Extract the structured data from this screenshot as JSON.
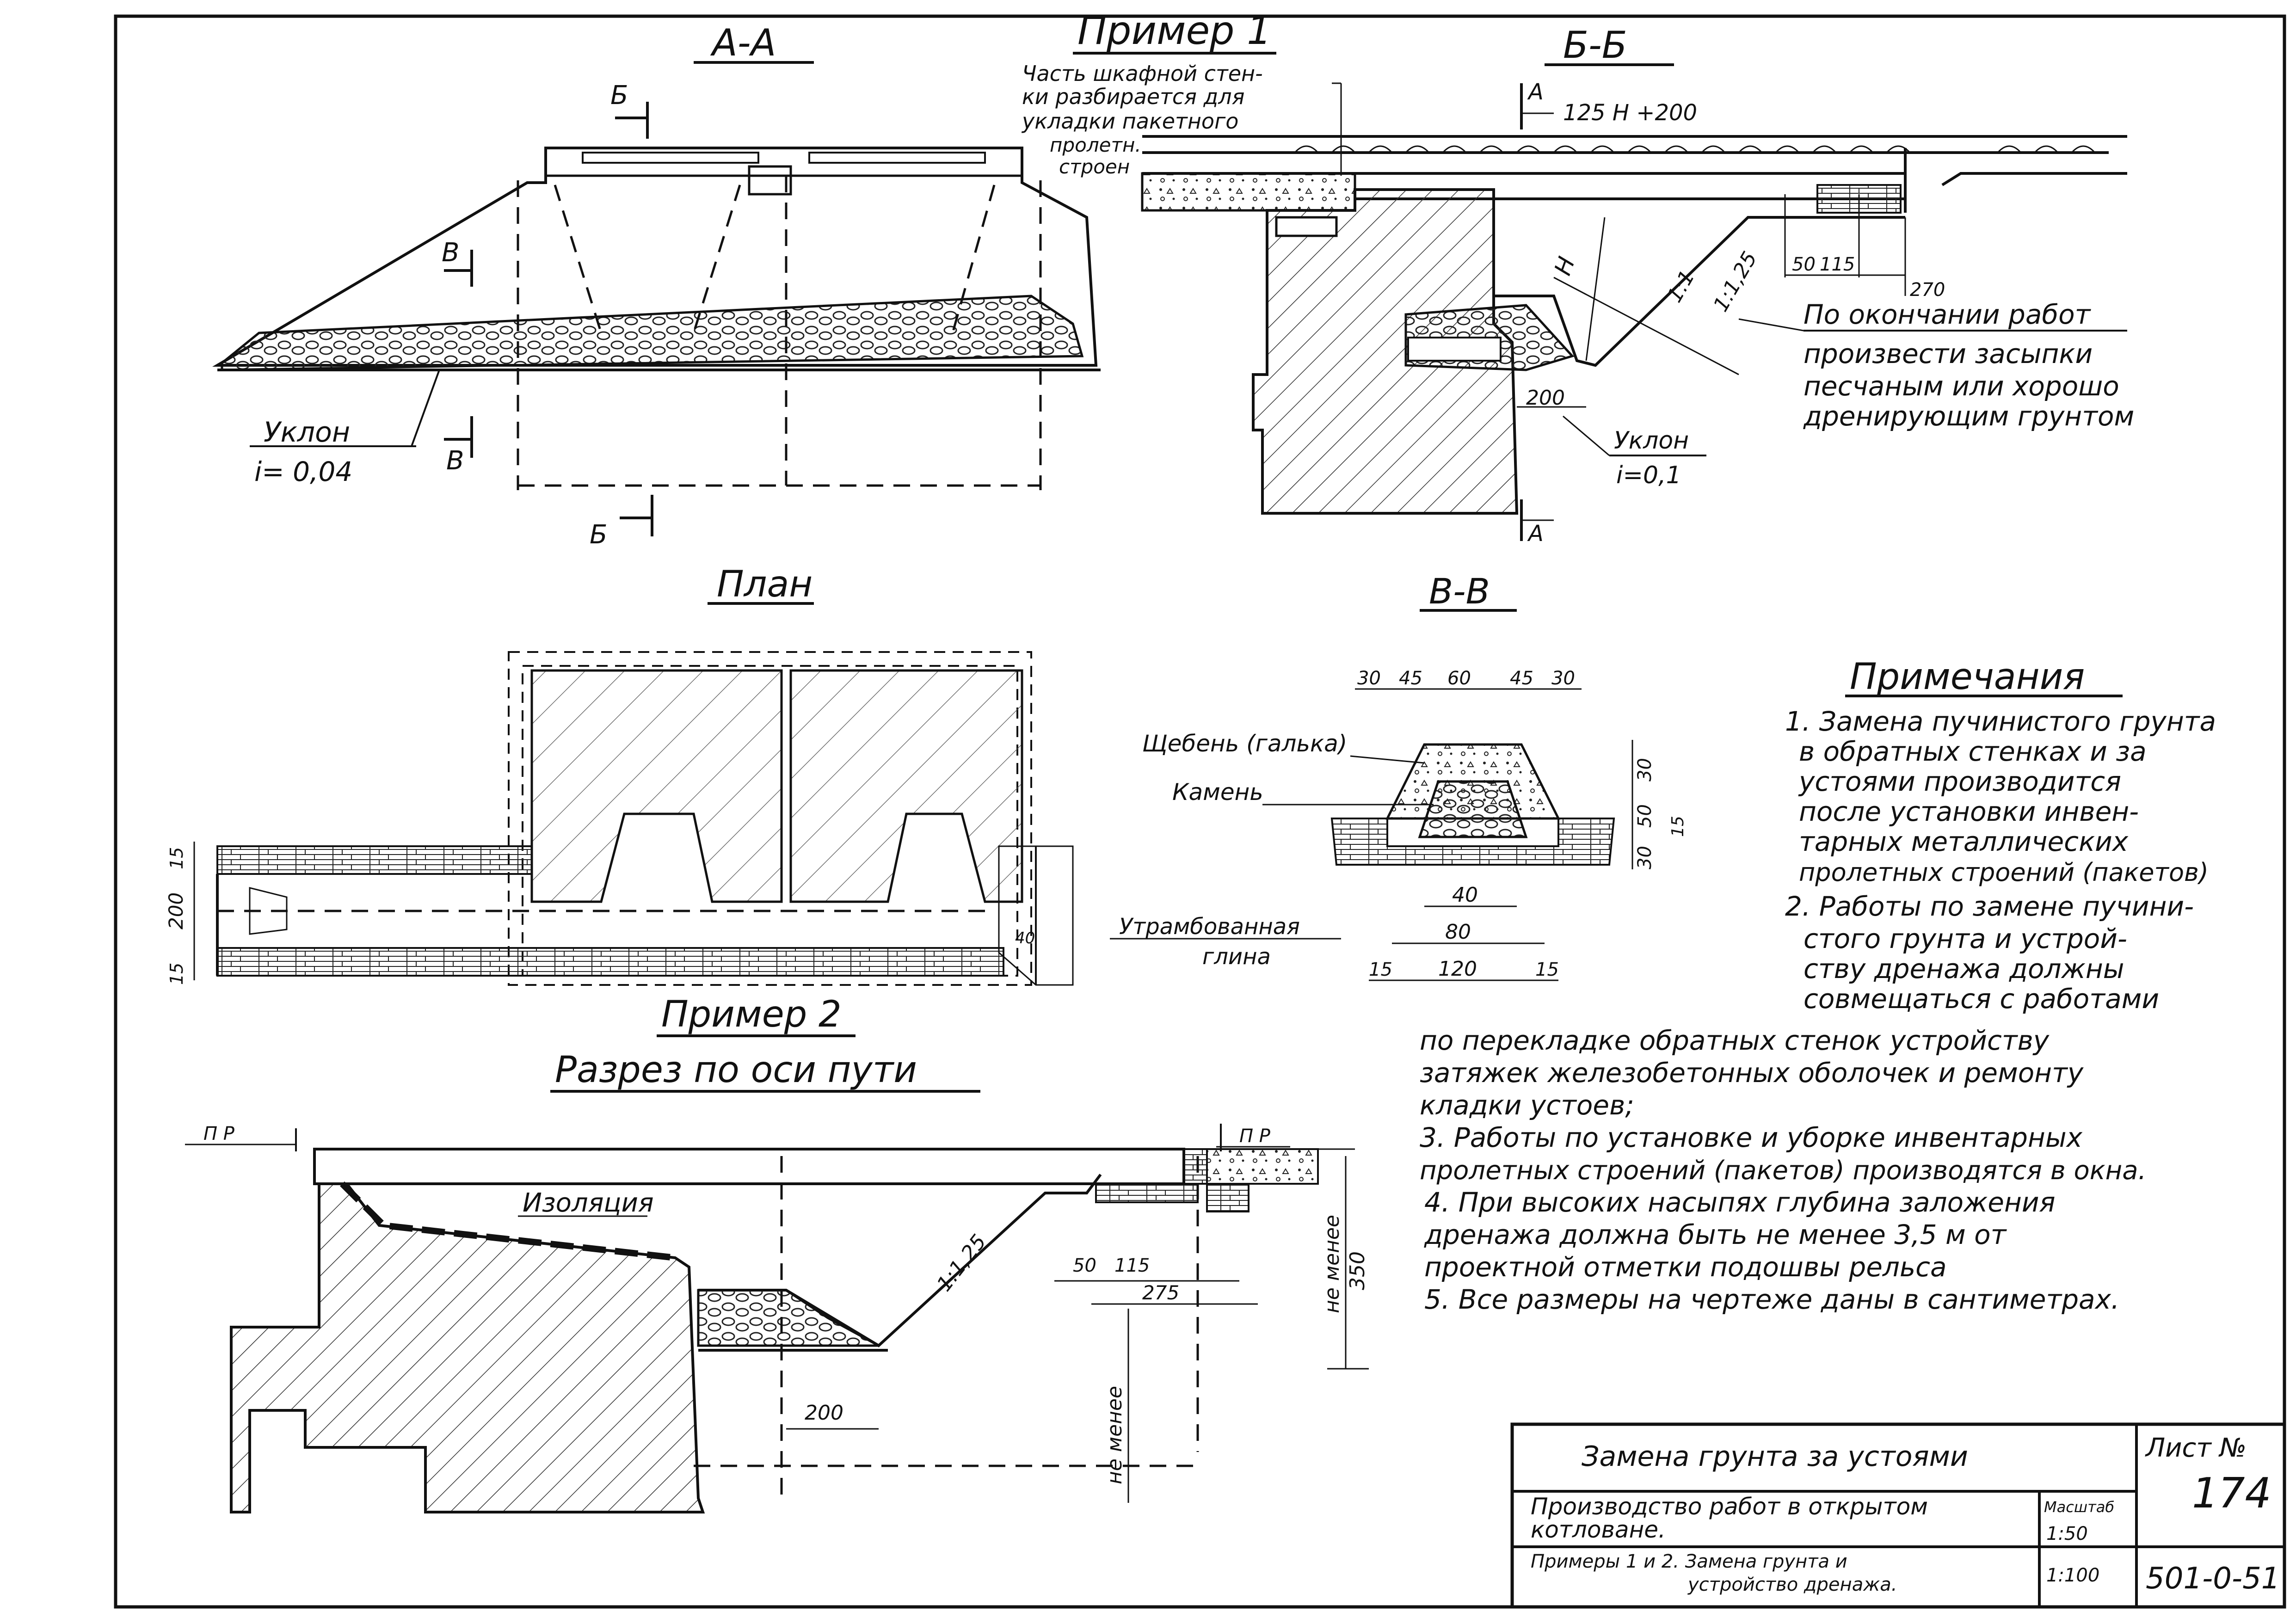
{
  "titles": {
    "example1": "Пример 1",
    "section_aa": "А-А",
    "section_bb": "Б-Б",
    "plan": "План",
    "section_vv": "В-В",
    "example2": "Пример 2",
    "section_axis": "Разрез по оси пути"
  },
  "aa": {
    "cut_b_top": "Б",
    "cut_b_bottom": "Б",
    "cut_v_top": "В",
    "cut_v_bottom": "В",
    "slope_label": "Уклон",
    "slope_value": "i= 0,04"
  },
  "bb": {
    "note_wall": [
      "Часть шкафной стен-",
      "ки разбирается для",
      "укладки пакетного",
      "пролетн.",
      "строен"
    ],
    "cut_a_top": "А",
    "cut_a_bottom": "А",
    "dim_top": "125 Н +200",
    "dim_h": "Н",
    "slope_11": "1:1",
    "slope_1125": "1:1,25",
    "dim_50": "50",
    "dim_115": "115",
    "dim_270": "270",
    "dim_200": "200",
    "slope_label": "Уклон",
    "slope_value": "i=0,1",
    "backfill_note": [
      "По окончании работ",
      "произвести засыпки",
      "песчаным или хорошо",
      "дренирующим грунтом"
    ]
  },
  "vv": {
    "dims_top": [
      "30",
      "45",
      "60",
      "45",
      "30"
    ],
    "label_gravel": "Щебень (галька)",
    "label_stone": "Камень",
    "label_clay": [
      "Утрамбованная",
      "глина"
    ],
    "dims_right": [
      "30",
      "50",
      "30"
    ],
    "dim_right_small": "15",
    "dim_40": "40",
    "dim_80": "80",
    "dims_bottom": [
      "15",
      "120",
      "15"
    ]
  },
  "plan": {
    "dims_left": [
      "15",
      "200",
      "15"
    ],
    "dim_40": "40"
  },
  "ex2": {
    "pr_left": "П Р",
    "pr_right": "П Р",
    "isolation": "Изоляция",
    "slope": "1:1,25",
    "dim_50": "50",
    "dim_115": "115",
    "dim_275": "275",
    "dim_200": "200",
    "not_less_350": [
      "не менее",
      "350"
    ],
    "not_less": "не менее"
  },
  "notes": {
    "heading": "Примечания",
    "lines": [
      "1. Замена пучинистого грунта",
      "в обратных стенках и за",
      "устоями производится",
      "после установки инвен-",
      "тарных металлических",
      "пролетных строений (пакетов)",
      "2. Работы по замене пучини-",
      "стого грунта и устрой-",
      "ству дренажа должны",
      "совмещаться с работами"
    ],
    "wide_lines": [
      "по перекладке обратных стенок устройству",
      "затяжек железобетонных оболочек и ремонту",
      "кладки устоев;",
      "3. Работы по установке и уборке инвентарных",
      "пролетных строений (пакетов) производятся в окна.",
      "4. При высоких насыпях глубина заложения",
      "дренажа должна быть не менее 3,5 м от",
      "проектной отметки подошвы рельса",
      "5. Все размеры на чертеже даны в сантиметрах."
    ]
  },
  "stamp": {
    "title": "Замена грунта за устоями",
    "line2": [
      "Производство работ в открытом",
      "котловане."
    ],
    "line3": [
      "Примеры 1 и 2.  Замена грунта  и",
      "устройство  дренажа."
    ],
    "scale_label": "Масштаб",
    "scale1": "1:50",
    "scale2": "1:100",
    "sheet_label": "Лист №",
    "sheet_no": "174",
    "code": "501-0-51"
  }
}
